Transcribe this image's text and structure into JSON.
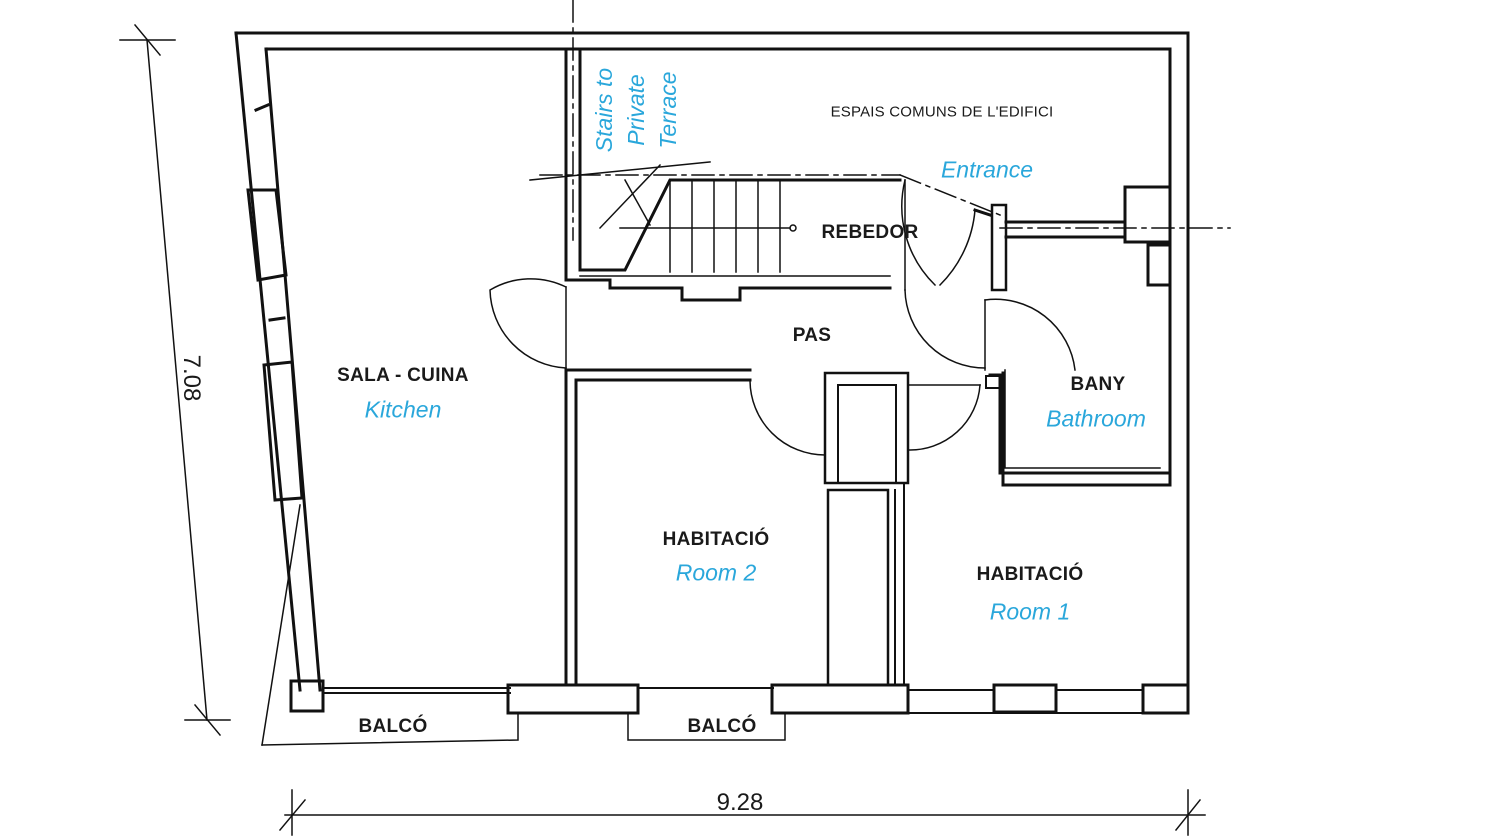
{
  "plan": {
    "common_areas": "ESPAIS COMUNS DE L'EDIFICI",
    "rooms": {
      "sala_cuina": "SALA - CUINA",
      "rebedor": "REBEDOR",
      "pas": "PAS",
      "bany": "BANY",
      "habitacio_2": "HABITACIÓ",
      "habitacio_1": "HABITACIÓ",
      "balco_left": "BALCÓ",
      "balco_mid": "BALCÓ"
    },
    "dimensions": {
      "width": "9.28",
      "height": "7.08"
    }
  },
  "annotations": {
    "color": "#2aa7db",
    "kitchen": "Kitchen",
    "bathroom": "Bathroom",
    "room_2": "Room 2",
    "room_1": "Room 1",
    "entrance": "Entrance",
    "stairs_line1": "Stairs to",
    "stairs_line2": "Private",
    "stairs_line3": "Terrace"
  }
}
